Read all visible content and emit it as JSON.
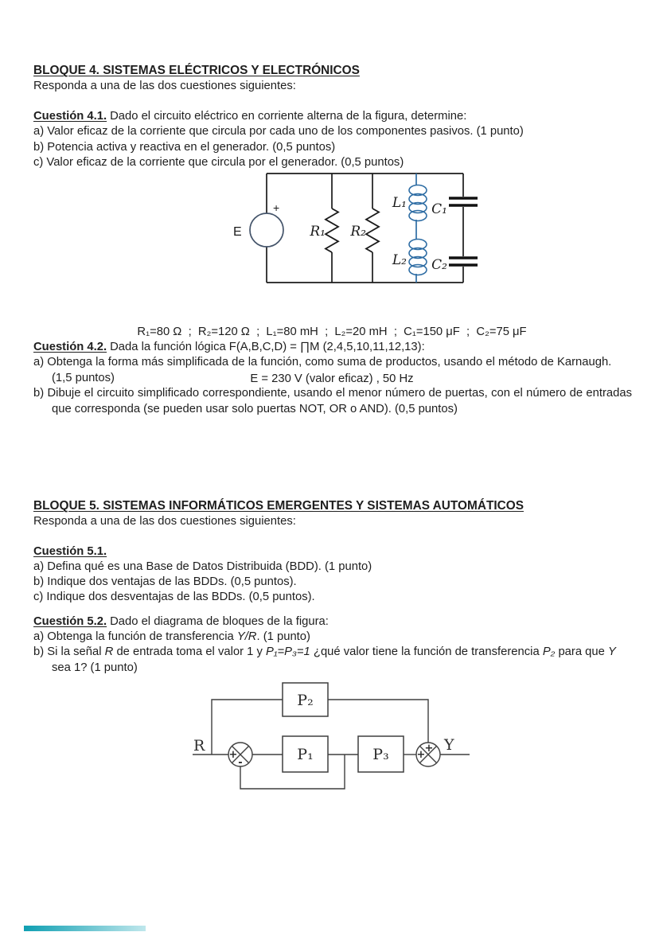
{
  "bloque4": {
    "title": "BLOQUE 4. SISTEMAS ELÉCTRICOS Y ELECTRÓNICOS",
    "instruction": "Responda a una de las dos cuestiones siguientes:",
    "q41": {
      "label": "Cuestión 4.1.",
      "text": "Dado el circuito eléctrico en corriente alterna de la figura, determine:",
      "items": [
        "a) Valor eficaz de la corriente que circula por cada uno de los componentes pasivos. (1 punto)",
        "b) Potencia activa y reactiva en el generador. (0,5 puntos)",
        "c) Valor eficaz de la corriente que circula por el generador. (0,5 puntos)"
      ],
      "figure": {
        "source_label": "E",
        "source_plus": "+",
        "r1": "R₁",
        "r2": "R₂",
        "l1": "L₁",
        "l2": "L₂",
        "c1": "C₁",
        "c2": "C₂",
        "wire_color": "#1b1b1b",
        "coil_color": "#2e6da4",
        "source_color": "#44546a"
      },
      "values_line1": "R₁=80 Ω  ;  R₂=120 Ω  ;  L₁=80 mH  ;  L₂=20 mH  ;  C₁=150 μF  ;  C₂=75 μF",
      "values_line2": "E = 230 V (valor eficaz) , 50 Hz"
    },
    "q42": {
      "label": "Cuestión 4.2.",
      "text": "Dada la función lógica F(A,B,C,D) = ∏M (2,4,5,10,11,12,13):",
      "items": [
        "a) Obtenga la forma más simplificada de la función, como suma de productos, usando el método de Karnaugh. (1,5 puntos)",
        "b) Dibuje el circuito simplificado correspondiente, usando el menor número de puertas, con el número de entradas que corresponda (se pueden usar solo puertas NOT, OR o AND). (0,5 puntos)"
      ]
    }
  },
  "bloque5": {
    "title": "BLOQUE 5. SISTEMAS INFORMÁTICOS EMERGENTES Y SISTEMAS AUTOMÁTICOS",
    "instruction": "Responda a una de las dos cuestiones siguientes:",
    "q51": {
      "label": "Cuestión 5.1.",
      "items": [
        "a) Defina qué es una Base de Datos Distribuida (BDD). (1 punto)",
        "b) Indique dos ventajas de las BDDs. (0,5 puntos).",
        "c) Indique dos desventajas de las BDDs. (0,5 puntos)."
      ]
    },
    "q52": {
      "label": "Cuestión 5.2.",
      "text": "Dado el diagrama de bloques de la figura:",
      "item_a_parts": [
        {
          "text": "a) Obtenga la función de transferencia "
        },
        {
          "text": "Y/R",
          "italic": true
        },
        {
          "text": ". (1 punto)"
        }
      ],
      "item_b_parts": [
        {
          "text": "b) Si la señal "
        },
        {
          "text": "R",
          "italic": true
        },
        {
          "text": " de entrada toma el valor 1 y "
        },
        {
          "text": "P₁=P₃=1",
          "italic": true
        },
        {
          "text": " ¿qué valor tiene la función de transferencia "
        },
        {
          "text": "P₂",
          "italic": true
        },
        {
          "text": " para que "
        },
        {
          "text": "Y",
          "italic": true
        },
        {
          "text": " sea 1? (1 punto)"
        }
      ],
      "figure": {
        "input_label": "R",
        "output_label": "Y",
        "p1": "P₁",
        "p2": "P₂",
        "p3": "P₃",
        "sum1_left_sign": "+",
        "sum1_bottom_sign": "-",
        "sum2_left_sign": "+",
        "sum2_top_sign": "+",
        "line_color": "#3f3f3f"
      }
    }
  },
  "footer": {
    "accent_color": "#0f9fb2"
  }
}
